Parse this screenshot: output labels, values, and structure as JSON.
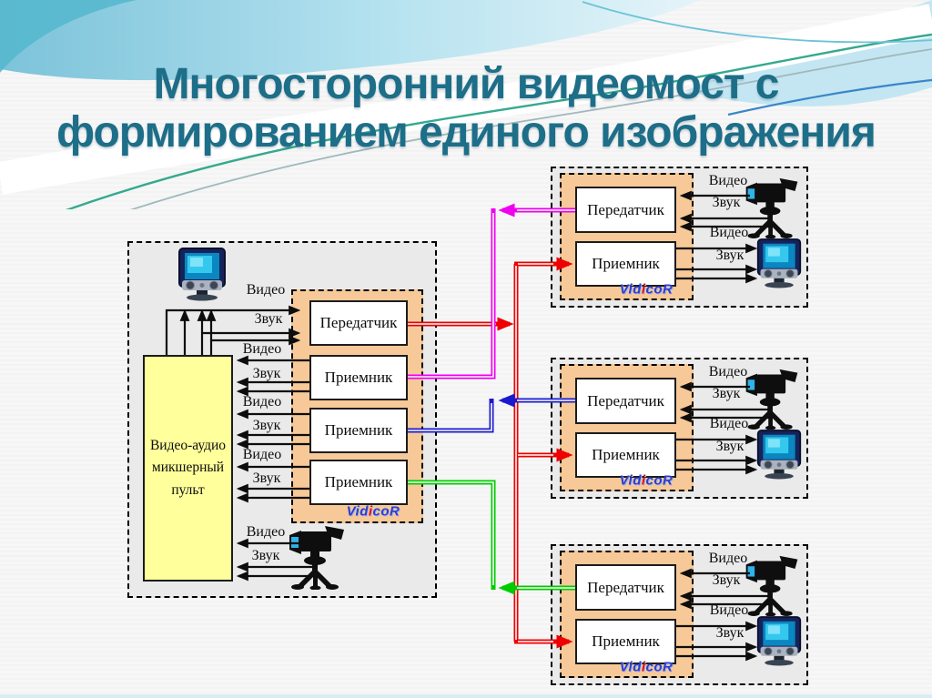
{
  "title": {
    "line1": "Многосторонний видеомост с",
    "line2": "формированием единого изображения"
  },
  "diagram": {
    "signal_labels": {
      "video": "Видео",
      "sound": "Звук"
    },
    "device_labels": {
      "transmitter": "Передатчик",
      "receiver": "Приемник"
    },
    "mixer": {
      "line1": "Видео-аудио",
      "line2": "микшерный",
      "line3": "пульт"
    },
    "logo": {
      "part1": "Vid",
      "part2": "i",
      "part3": "coR"
    },
    "colors": {
      "title_text": "#1d6e88",
      "panel_fill": "#eaeaea",
      "codec_panel_fill": "#f7c998",
      "mixer_fill": "#ffff9c",
      "trunk_line_red": "#ee0000",
      "link_line_magenta": "#ee00ee",
      "link_line_blue": "#1a1acc",
      "link_line_green": "#00cc00"
    }
  }
}
